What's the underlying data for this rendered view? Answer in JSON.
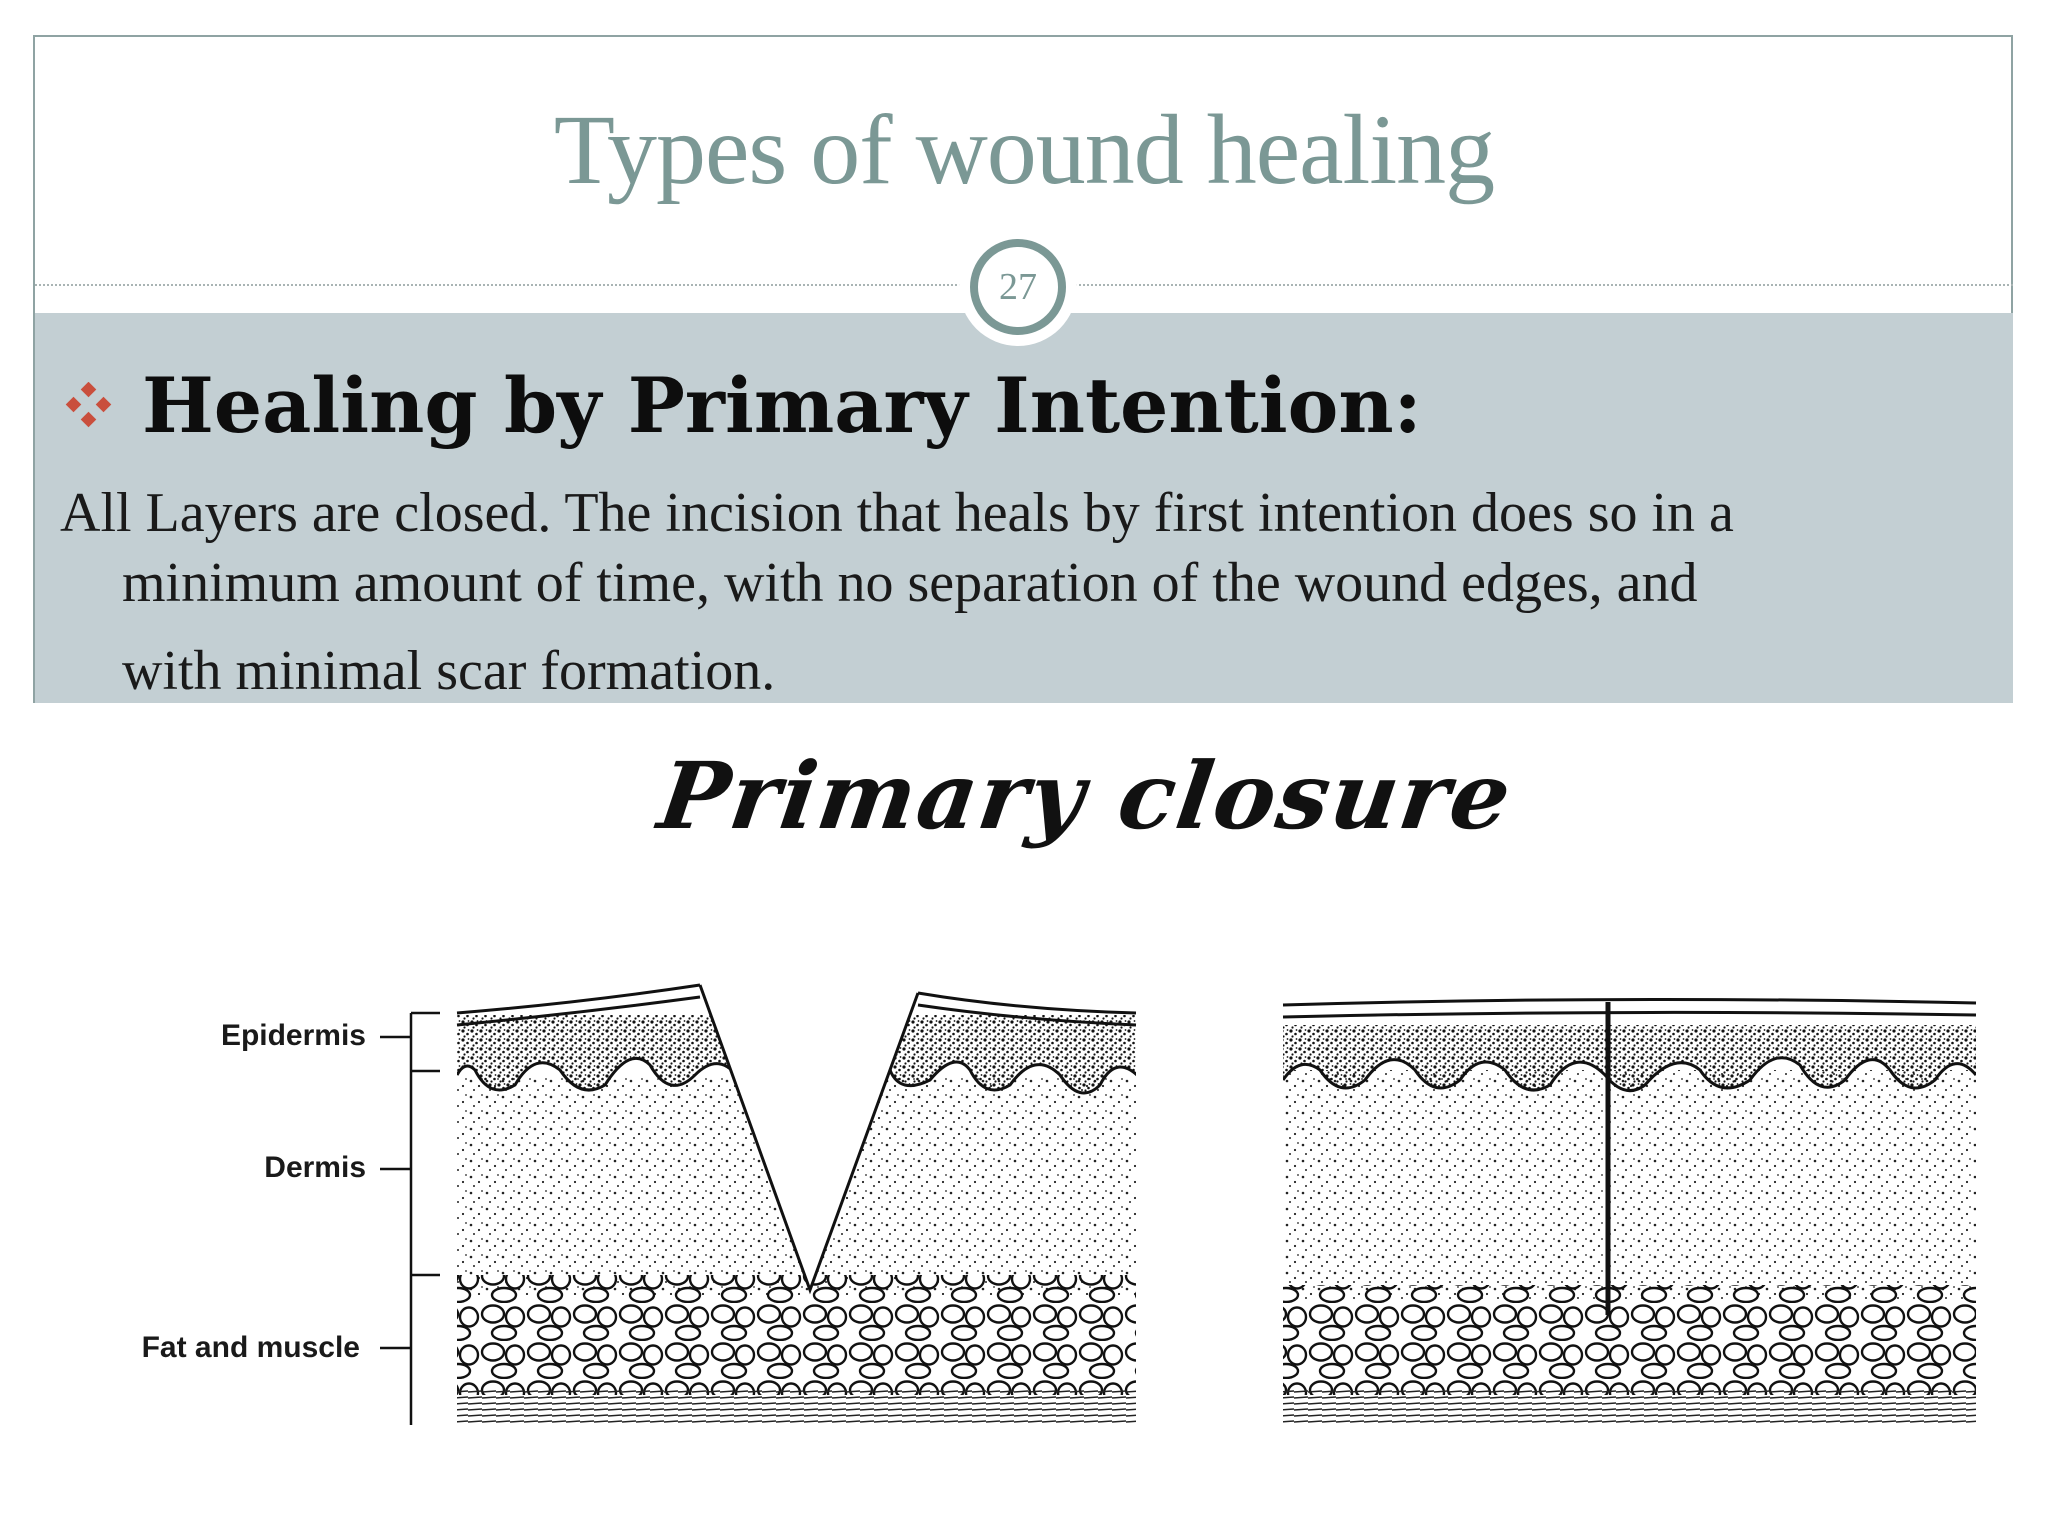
{
  "slide": {
    "title": "Types of wound healing",
    "number": "27",
    "heading": "Healing by Primary Intention:",
    "paragraph_lines": [
      "All Layers are closed. The incision that heals by first intention does so in a",
      "minimum amount of time, with no separation of the wound edges, and",
      "with minimal scar formation."
    ],
    "bullet_icon": "diamond-cluster-icon",
    "colors": {
      "title": "#7b9895",
      "band": "#c3cfd3",
      "bullet": "#c94f3d"
    }
  },
  "figure": {
    "caption": "Primary closure",
    "labels": {
      "epidermis": "Epidermis",
      "dermis": "Dermis",
      "fat_muscle": "Fat and muscle"
    }
  }
}
